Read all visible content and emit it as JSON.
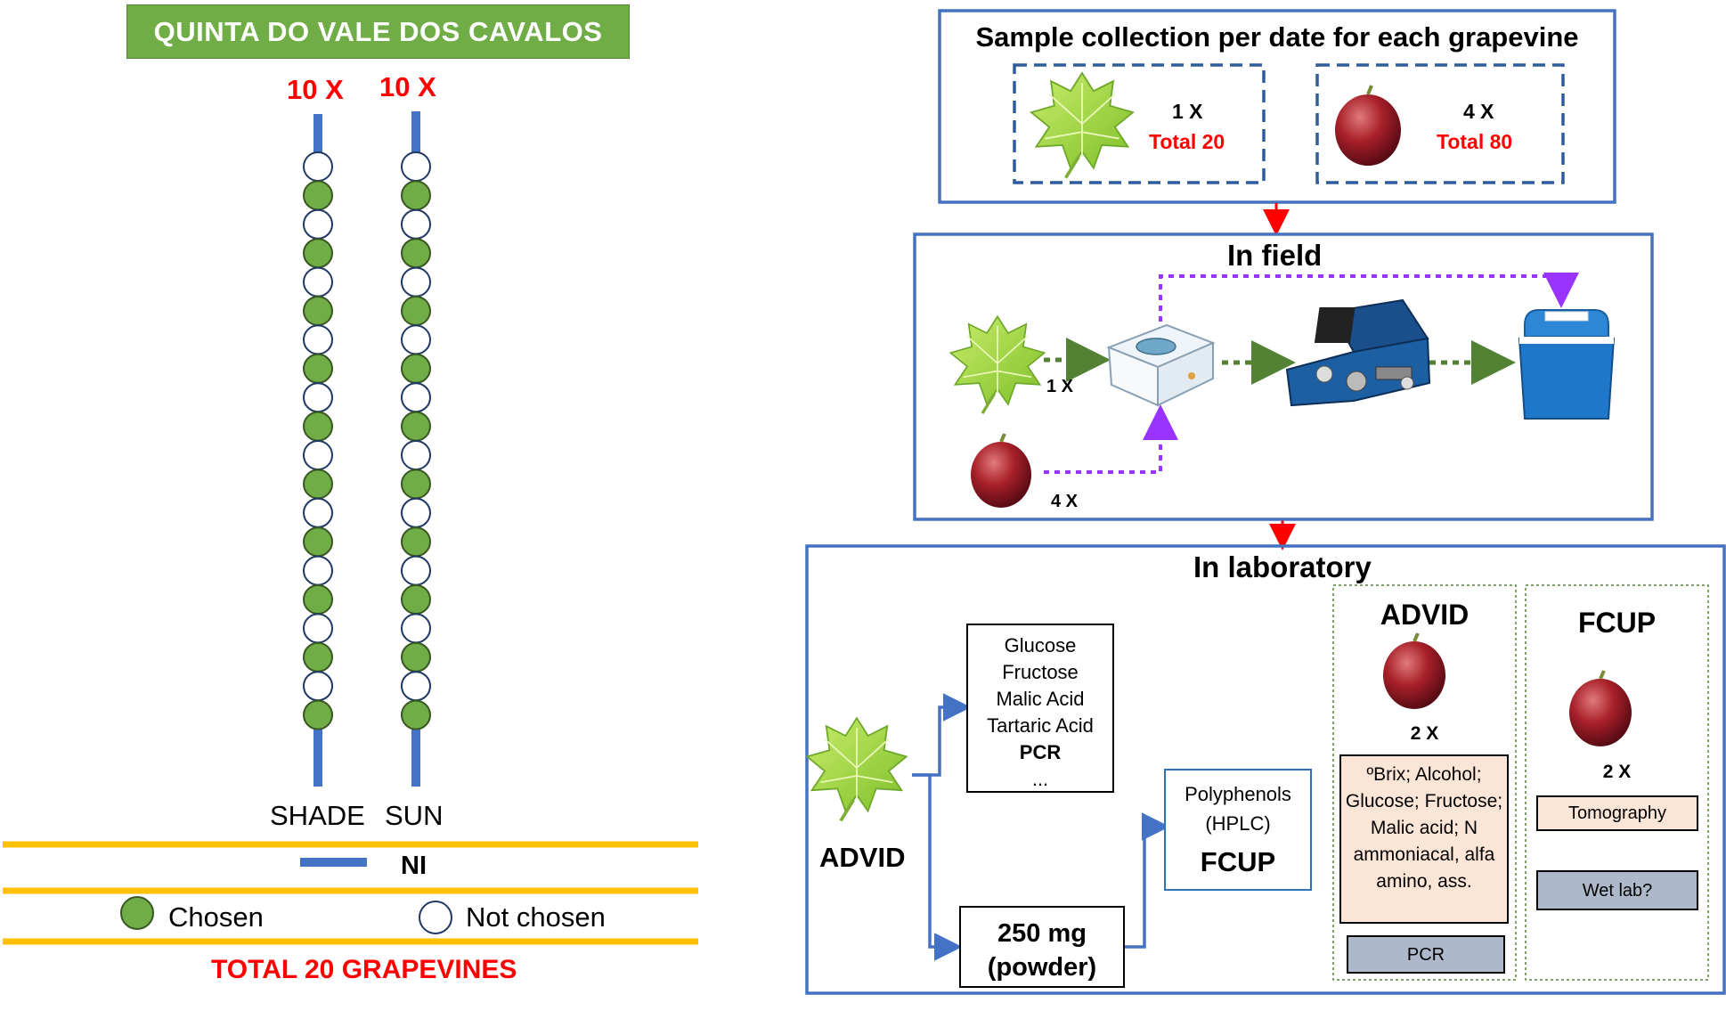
{
  "left": {
    "banner": "QUINTA DO VALE DOS CAVALOS",
    "count_left": "10 X",
    "count_right": "10 X",
    "label_shade": "SHADE",
    "label_sun": "SUN",
    "label_ni": "NI",
    "legend_chosen": "Chosen",
    "legend_not_chosen": "Not chosen",
    "total": "TOTAL 20 GRAPEVINES"
  },
  "sample": {
    "title": "Sample collection per date for each grapevine",
    "leaf_count": "1 X",
    "leaf_total": "Total 20",
    "grape_count": "4 X",
    "grape_total": "Total 80"
  },
  "field": {
    "title": "In field",
    "leaf_count": "1 X",
    "grape_count": "4 X"
  },
  "lab": {
    "title": "In laboratory",
    "advid_label": "ADVID",
    "analytes": [
      "Glucose",
      "Fructose",
      "Malic Acid",
      "Tartaric Acid",
      "PCR",
      "..."
    ],
    "powder_line1": "250 mg",
    "powder_line2": "(powder)",
    "poly_line1": "Polyphenols",
    "poly_line2": "(HPLC)",
    "poly_lab": "FCUP",
    "advid_col_title": "ADVID",
    "advid_col_count": "2 X",
    "advid_col_params": "ºBrix; Alcohol; Glucose; Fructose; Malic acid; N ammoniacal, alfa amino, ass.",
    "advid_col_pcr": "PCR",
    "fcup_col_title": "FCUP",
    "fcup_col_count": "2 X",
    "fcup_col_tomo": "Tomography",
    "fcup_col_wet": "Wet lab?"
  },
  "colors": {
    "green": "#70ad47",
    "blue_line": "#4472c4",
    "frame_blue": "#4472c4",
    "yellow": "#ffc000",
    "red": "#ff0000",
    "purple": "#9933ff",
    "dark_green": "#548235"
  },
  "rows": {
    "shade_chosen": [
      0,
      1,
      0,
      1,
      0,
      1,
      0,
      1,
      0,
      1,
      0,
      1,
      0,
      1,
      0,
      1,
      0,
      1,
      0,
      1
    ],
    "sun_chosen": [
      0,
      1,
      0,
      1,
      0,
      1,
      0,
      1,
      0,
      1,
      0,
      1,
      0,
      1,
      0,
      1,
      0,
      1,
      0,
      1
    ]
  }
}
